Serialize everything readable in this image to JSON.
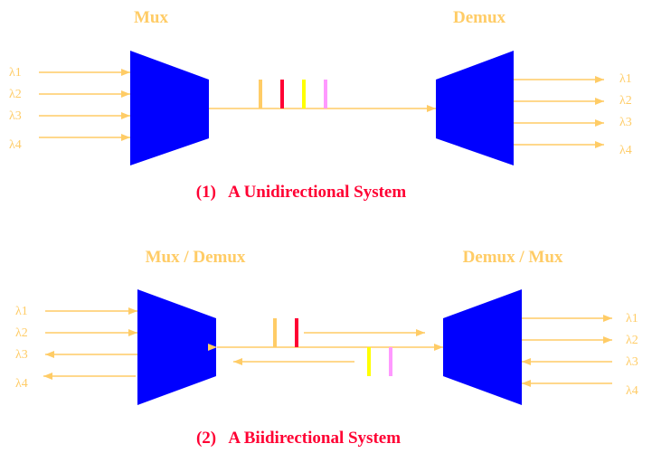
{
  "colors": {
    "fiber": "#FFCC66",
    "device": "#0000FF",
    "caption": "#FF0033",
    "ch1": "#FFCC66",
    "ch2": "#FF0033",
    "ch3": "#FFFF00",
    "ch4": "#FF99FF"
  },
  "unidirectional": {
    "left_title": "Mux",
    "right_title": "Demux",
    "caption": "(1)   A Unidirectional System",
    "input_labels": [
      "λ1",
      "λ2",
      "λ3",
      "λ4"
    ],
    "output_labels": [
      "λ1",
      "λ2",
      "λ3",
      "λ4"
    ]
  },
  "bidirectional": {
    "left_title": "Mux / Demux",
    "right_title": "Demux / Mux",
    "caption": "(2)   A Biidirectional System",
    "left_labels": [
      "λ1",
      "λ2",
      "λ3",
      "λ4"
    ],
    "right_labels": [
      "λ1",
      "λ2",
      "λ3",
      "λ4"
    ]
  }
}
